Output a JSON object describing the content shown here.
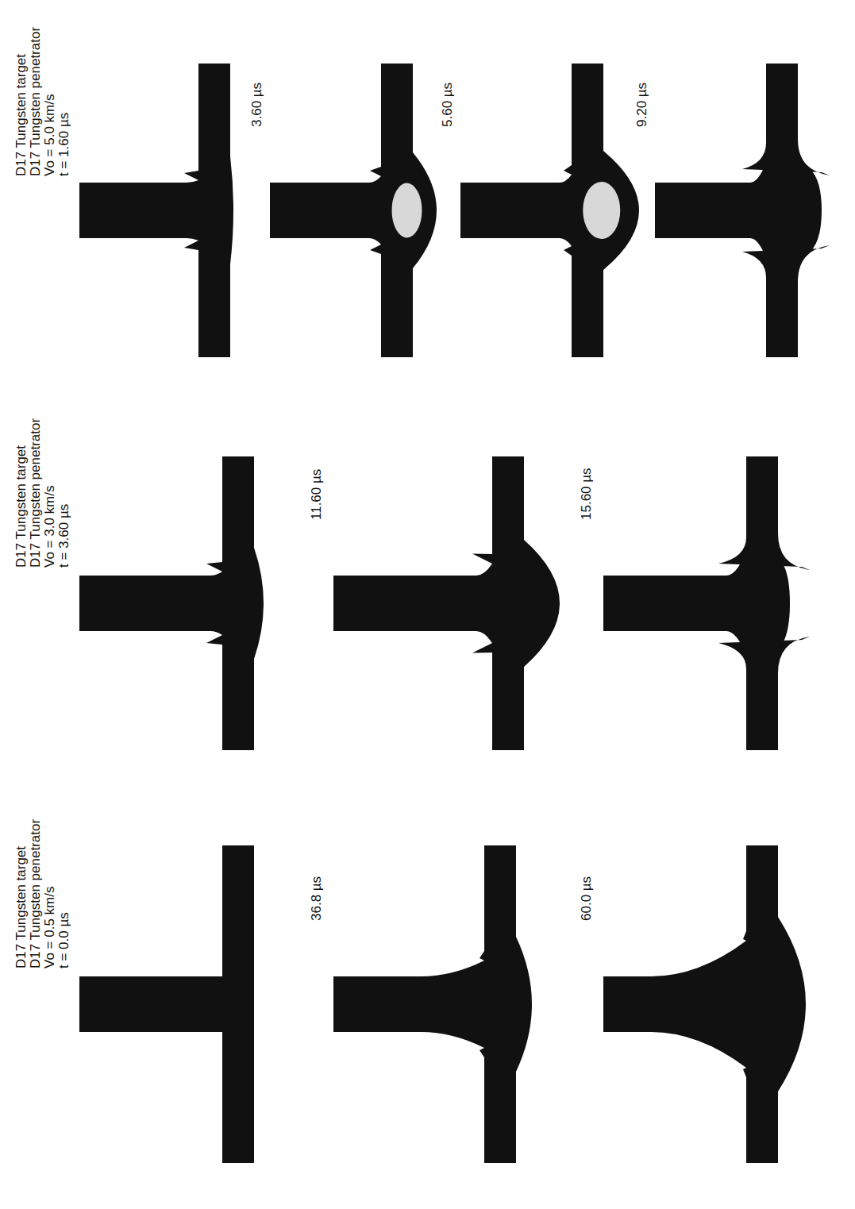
{
  "diagram": {
    "labels": [
      "D17 Tungsten target",
      "D17 Tungsten penetrator",
      "Vo = 5.0 km/s",
      "t = 1.60 µs",
      "3.60 µs",
      "5.60 µs",
      "9.20 µs",
      "D17 Tungsten target",
      "D17 Tungsten penetrator",
      "Vo = 3.0 km/s",
      "t = 3.60 µs",
      "11.60 µs",
      "15.60 µs",
      "D17 Tungsten target",
      "D17 Tungsten penetrator",
      "Vo = 0.5 km/s",
      "t = 0.0 µs",
      "36.8 µs",
      "60.0 µs"
    ]
  }
}
